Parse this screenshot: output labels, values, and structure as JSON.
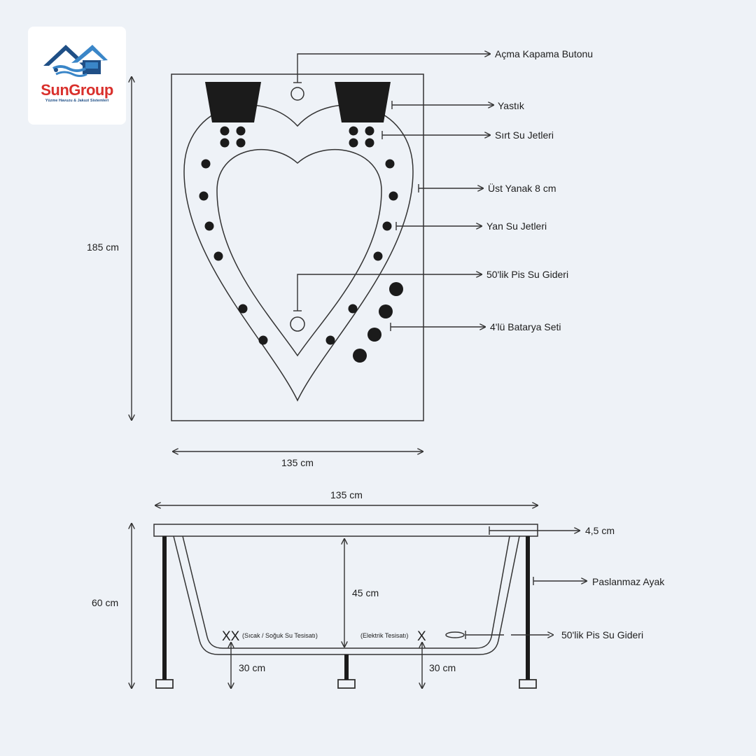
{
  "brand": {
    "name": "SunGroup",
    "tagline": "Yüzme Havuzu & Jakuzi Sistemleri",
    "colors": {
      "red": "#d9302c",
      "blue": "#1f4f86",
      "light_blue": "#3a86c8"
    }
  },
  "top_view": {
    "height_label": "185 cm",
    "width_label": "135 cm",
    "callouts": {
      "power_button": "Açma Kapama Butonu",
      "pillow": "Yastık",
      "back_jets": "Sırt Su Jetleri",
      "top_rim": "Üst Yanak 8 cm",
      "side_jets": "Yan Su Jetleri",
      "drain": "50'lik Pis Su Gideri",
      "faucet_set": "4'lü Batarya Seti"
    }
  },
  "side_view": {
    "width_label": "135 cm",
    "height_label": "60 cm",
    "depth_label": "45 cm",
    "rim_label": "4,5 cm",
    "legs_label": "Paslanmaz Ayak",
    "drain_label": "50'lik Pis Su Gideri",
    "hot_cold_mark": "XX",
    "hot_cold_label": "(Sıcak / Soğuk Su Tesisatı)",
    "electric_label": "(Elektrik Tesisatı)",
    "electric_mark": "X",
    "left_floor_label": "30 cm",
    "right_floor_label": "30 cm"
  }
}
